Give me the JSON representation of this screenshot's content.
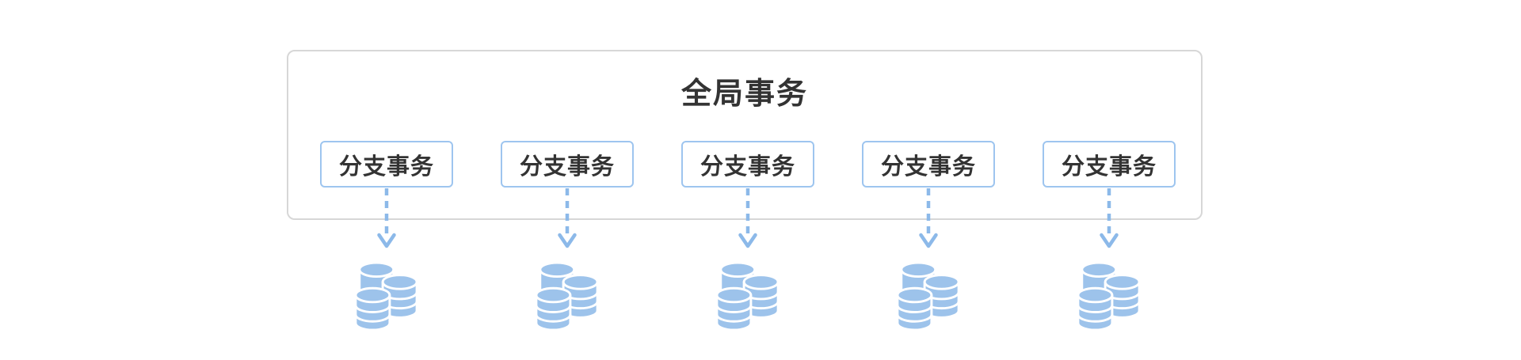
{
  "diagram": {
    "title": "全局事务",
    "branches": [
      {
        "label": "分支事务"
      },
      {
        "label": "分支事务"
      },
      {
        "label": "分支事务"
      },
      {
        "label": "分支事务"
      },
      {
        "label": "分支事务"
      }
    ],
    "icons": {
      "arrow": "dashed-arrow-down-icon",
      "database": "database-cluster-icon"
    },
    "colors": {
      "database_blue": "#9dc3eb",
      "arrow_blue": "#8cb9e9",
      "box_border_blue": "#9ec5ef",
      "container_border_gray": "#d7d7d7",
      "text_dark": "#333333",
      "background": "#ffffff"
    }
  }
}
